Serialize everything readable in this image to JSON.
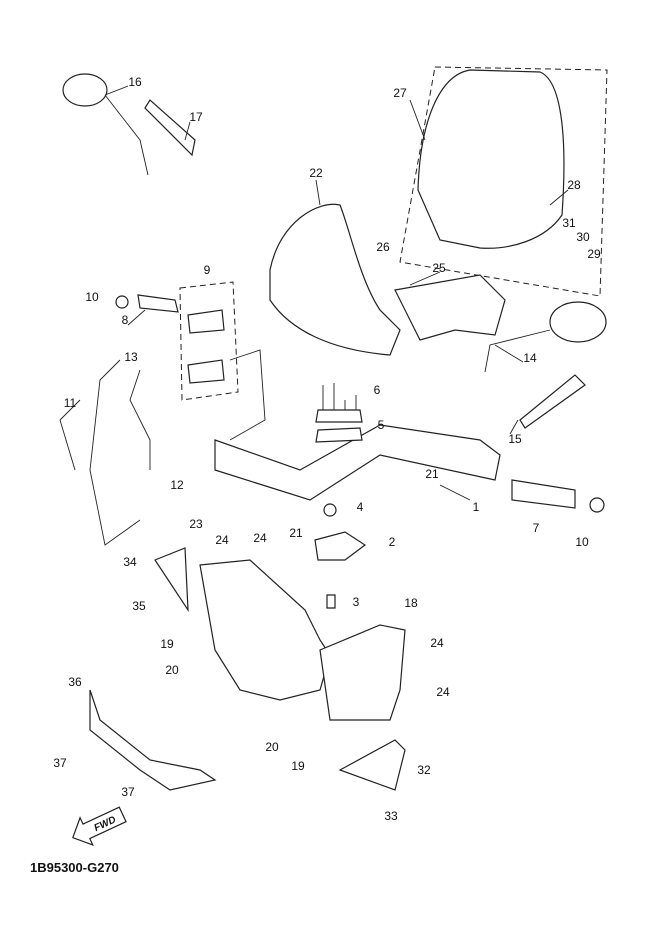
{
  "diagram_code": "1B95300-G270",
  "fwd_arrow_text": "FWD",
  "callouts": [
    "16",
    "17",
    "27",
    "22",
    "28",
    "31",
    "30",
    "29",
    "26",
    "25",
    "9",
    "10",
    "8",
    "13",
    "14",
    "6",
    "11",
    "5",
    "15",
    "21",
    "12",
    "1",
    "4",
    "7",
    "2",
    "21",
    "23",
    "24",
    "24",
    "34",
    "3",
    "35",
    "18",
    "19",
    "24",
    "20",
    "36",
    "24",
    "20",
    "19",
    "32",
    "37",
    "37",
    "33",
    "10"
  ]
}
